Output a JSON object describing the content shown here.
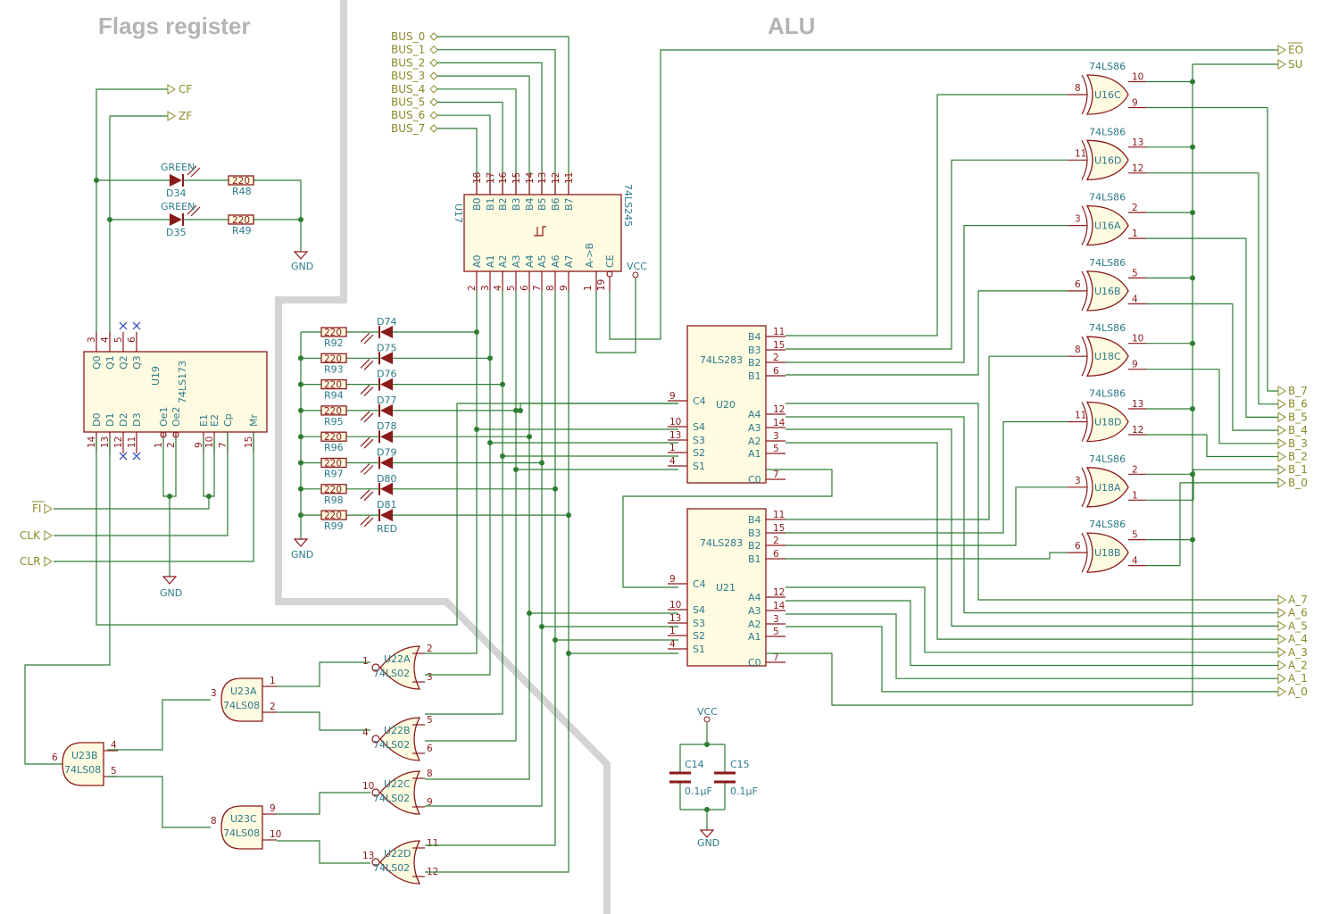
{
  "sections": {
    "flags": "Flags register",
    "alu": "ALU"
  },
  "bus": [
    "BUS_0",
    "BUS_1",
    "BUS_2",
    "BUS_3",
    "BUS_4",
    "BUS_5",
    "BUS_6",
    "BUS_7"
  ],
  "flags_nets": {
    "cf": "CF",
    "zf": "ZF",
    "fi": "FI",
    "clk": "CLK",
    "clr": "CLR"
  },
  "alu_nets": {
    "eo": "EO",
    "su": "SU"
  },
  "b_nets": [
    "B_7",
    "B_6",
    "B_5",
    "B_4",
    "B_3",
    "B_2",
    "B_1",
    "B_0"
  ],
  "a_nets": [
    "A_7",
    "A_6",
    "A_5",
    "A_4",
    "A_3",
    "A_2",
    "A_1",
    "A_0"
  ],
  "power": {
    "gnd": "GND",
    "vcc": "VCC"
  },
  "leds_flags": [
    {
      "color": "GREEN",
      "ref": "D34",
      "res_ref": "R48",
      "res_val": "220"
    },
    {
      "color": "GREEN",
      "ref": "D35",
      "res_ref": "R49",
      "res_val": "220"
    }
  ],
  "leds_bus": [
    {
      "ref": "D74",
      "res": "R92"
    },
    {
      "ref": "D75",
      "res": "R93"
    },
    {
      "ref": "D76",
      "res": "R94"
    },
    {
      "ref": "D77",
      "res": "R95"
    },
    {
      "ref": "D78",
      "res": "R96"
    },
    {
      "ref": "D79",
      "res": "R97"
    },
    {
      "ref": "D80",
      "res": "R98"
    },
    {
      "ref": "D81",
      "res": "R99"
    }
  ],
  "led_bus_color": "RED",
  "res_value": "220",
  "u19": {
    "ref": "U19",
    "part": "74LS173",
    "top_pins": [
      "Q0",
      "Q1",
      "Q2",
      "Q3"
    ],
    "top_nums": [
      "3",
      "4",
      "5",
      "6"
    ],
    "bot_pins": [
      "D0",
      "D1",
      "D2",
      "D3",
      "Oe1",
      "Oe2",
      "E1",
      "E2",
      "Cp",
      "Mr"
    ],
    "bot_nums": [
      "14",
      "13",
      "12",
      "11",
      "1",
      "2",
      "9",
      "10",
      "7",
      "15"
    ]
  },
  "u17": {
    "ref": "U17",
    "part": "74LS245",
    "b_pins": [
      "B0",
      "B1",
      "B2",
      "B3",
      "B4",
      "B5",
      "B6",
      "B7"
    ],
    "b_nums": [
      "18",
      "17",
      "16",
      "15",
      "14",
      "13",
      "12",
      "11"
    ],
    "a_pins": [
      "A0",
      "A1",
      "A2",
      "A3",
      "A4",
      "A5",
      "A6",
      "A7"
    ],
    "a_nums": [
      "2",
      "3",
      "4",
      "5",
      "6",
      "7",
      "8",
      "9"
    ],
    "dir": "A->B",
    "ce": "CE",
    "dir_num": "1",
    "ce_num": "19"
  },
  "adders": [
    {
      "ref": "U20",
      "part": "74LS283"
    },
    {
      "ref": "U21",
      "part": "74LS283"
    }
  ],
  "adder_pins": {
    "right_names": [
      "B4",
      "B3",
      "B2",
      "B1",
      "A4",
      "A3",
      "A2",
      "A1",
      "C0"
    ],
    "right_nums": [
      "11",
      "15",
      "2",
      "6",
      "12",
      "14",
      "3",
      "5",
      "7"
    ],
    "left_names": [
      "C4",
      "S4",
      "S3",
      "S2",
      "S1"
    ],
    "left_nums": [
      "9",
      "10",
      "13",
      "1",
      "4"
    ]
  },
  "xor_part": "74LS86",
  "xors": [
    {
      "ref": "U16C",
      "in1": "10",
      "in2": "9",
      "out": "8"
    },
    {
      "ref": "U16D",
      "in1": "13",
      "in2": "12",
      "out": "11"
    },
    {
      "ref": "U16A",
      "in1": "2",
      "in2": "1",
      "out": "3"
    },
    {
      "ref": "U16B",
      "in1": "5",
      "in2": "4",
      "out": "6"
    },
    {
      "ref": "U18C",
      "in1": "10",
      "in2": "9",
      "out": "8"
    },
    {
      "ref": "U18D",
      "in1": "13",
      "in2": "12",
      "out": "11"
    },
    {
      "ref": "U18A",
      "in1": "2",
      "in2": "1",
      "out": "3"
    },
    {
      "ref": "U18B",
      "in1": "5",
      "in2": "4",
      "out": "6"
    }
  ],
  "nors": [
    {
      "ref": "U22A",
      "part": "74LS02",
      "in1": "2",
      "in2": "3",
      "out": "1"
    },
    {
      "ref": "U22B",
      "part": "74LS02",
      "in1": "5",
      "in2": "6",
      "out": "4"
    },
    {
      "ref": "U22C",
      "part": "74LS02",
      "in1": "8",
      "in2": "9",
      "out": "10"
    },
    {
      "ref": "U22D",
      "part": "74LS02",
      "in1": "11",
      "in2": "12",
      "out": "13"
    }
  ],
  "ands": [
    {
      "ref": "U23A",
      "part": "74LS08",
      "in1": "1",
      "in2": "2",
      "out": "3"
    },
    {
      "ref": "U23C",
      "part": "74LS08",
      "in1": "9",
      "in2": "10",
      "out": "8"
    },
    {
      "ref": "U23B",
      "part": "74LS08",
      "in1": "4",
      "in2": "5",
      "out": "6"
    }
  ],
  "caps": [
    {
      "ref": "C14",
      "value": "0.1µF"
    },
    {
      "ref": "C15",
      "value": "0.1µF"
    }
  ]
}
